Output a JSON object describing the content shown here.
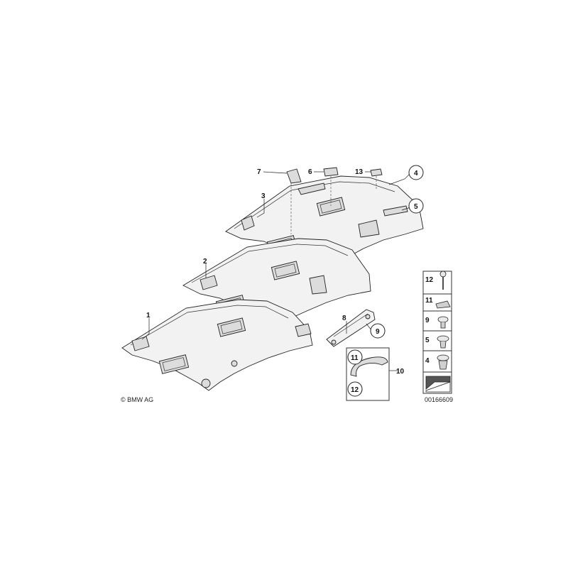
{
  "callouts": {
    "c1": "1",
    "c2": "2",
    "c3": "3",
    "c4": "4",
    "c5": "5",
    "c6": "6",
    "c7": "7",
    "c8": "8",
    "c9": "9",
    "c10": "10",
    "c11": "11",
    "c12": "12",
    "c13": "13"
  },
  "legend": {
    "items": [
      "12",
      "11",
      "9",
      "5",
      "4"
    ]
  },
  "copyright": "© BMW AG",
  "diagram_id": "00166609"
}
